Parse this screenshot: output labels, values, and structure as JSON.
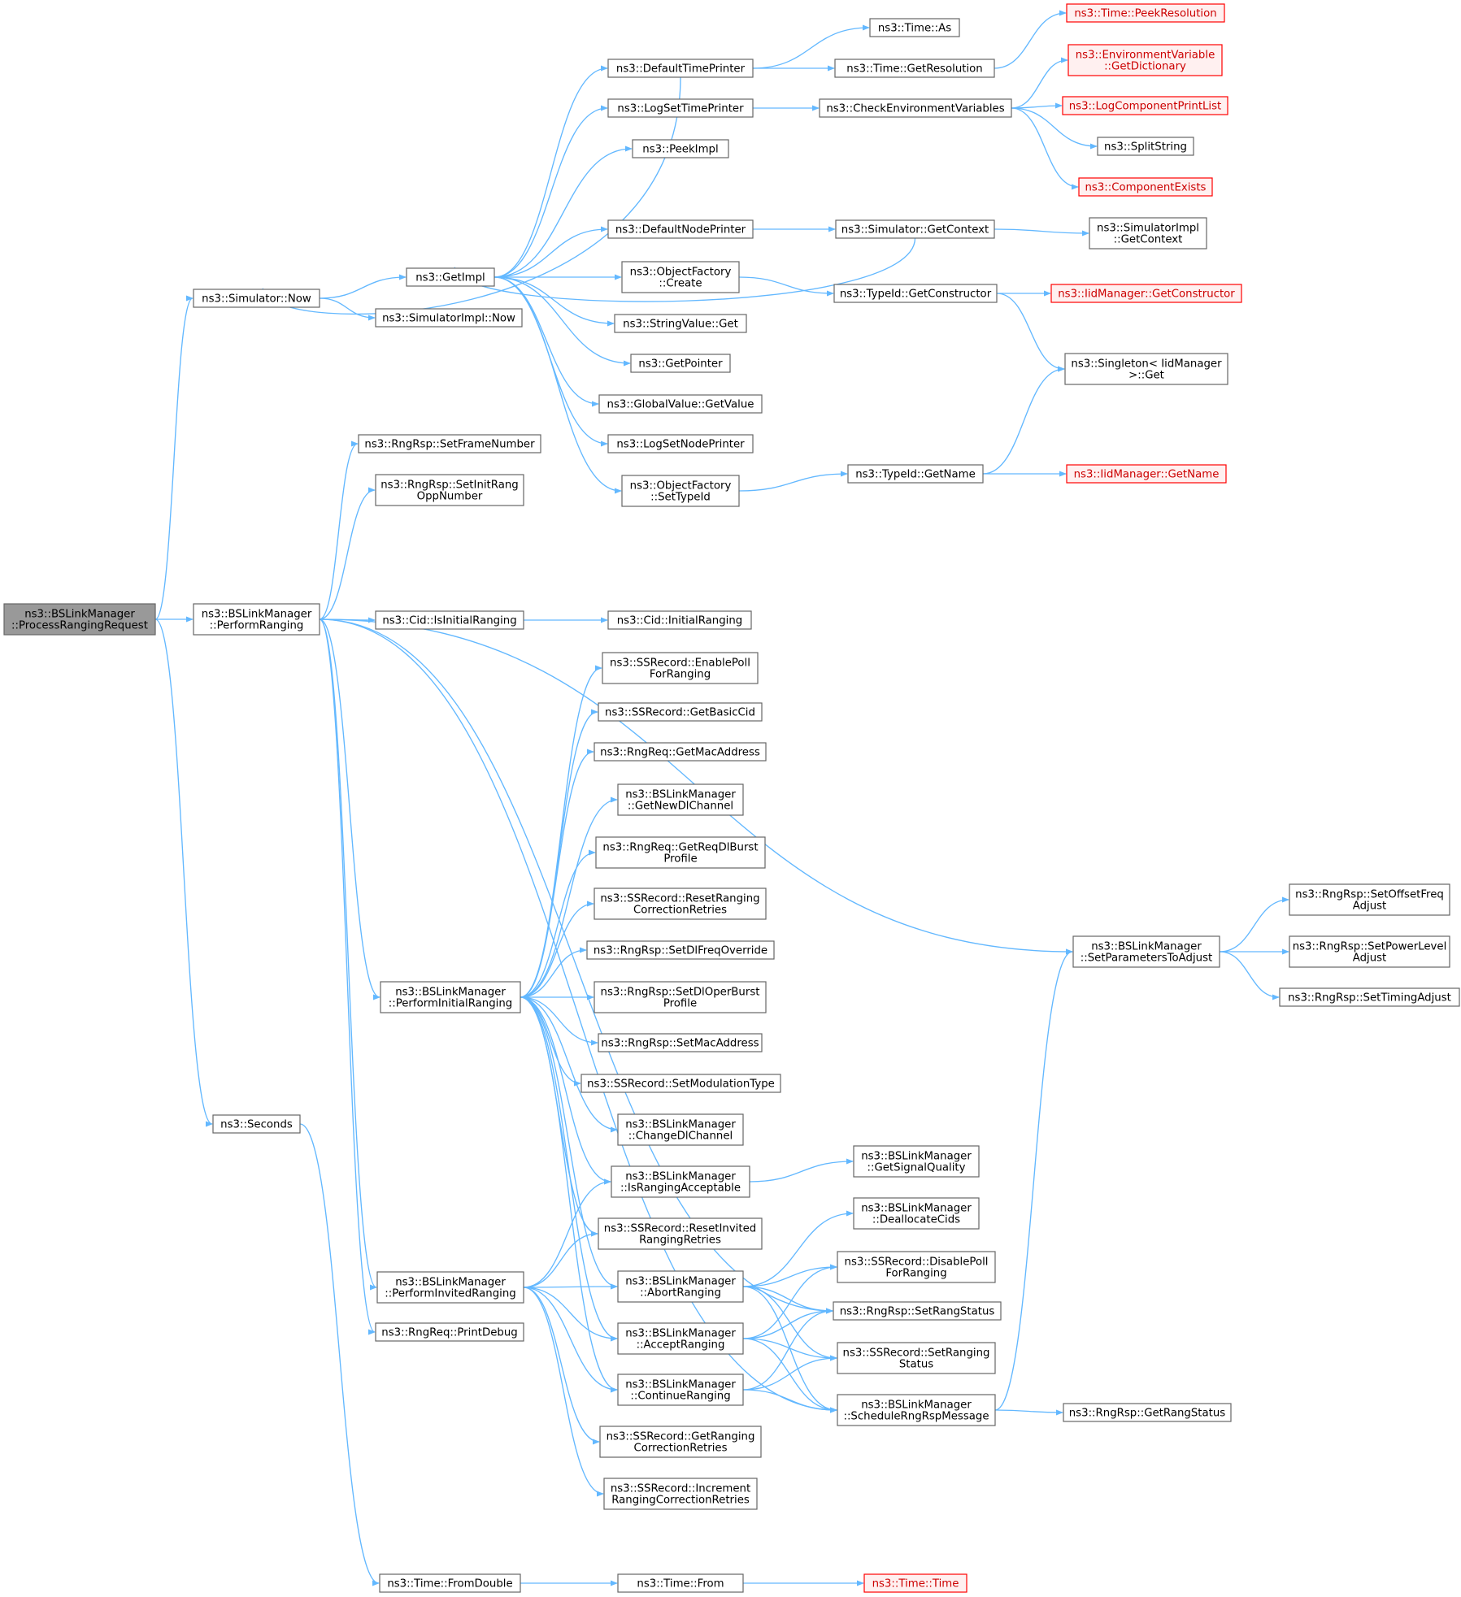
{
  "graph": {
    "nodes": [
      {
        "id": "root",
        "lines": [
          "ns3::BSLinkManager",
          "::ProcessRangingRequest"
        ],
        "style": "root"
      },
      {
        "id": "sim_now",
        "lines": [
          "ns3::Simulator::Now"
        ]
      },
      {
        "id": "perf_rang",
        "lines": [
          "ns3::BSLinkManager",
          "::PerformRanging"
        ]
      },
      {
        "id": "seconds",
        "lines": [
          "ns3::Seconds"
        ]
      },
      {
        "id": "getimpl",
        "lines": [
          "ns3::GetImpl"
        ]
      },
      {
        "id": "simimpl_now",
        "lines": [
          "ns3::SimulatorImpl::Now"
        ]
      },
      {
        "id": "rr_setframe",
        "lines": [
          "ns3::RngRsp::SetFrameNumber"
        ]
      },
      {
        "id": "rr_setinit",
        "lines": [
          "ns3::RngRsp::SetInitRang",
          "OppNumber"
        ]
      },
      {
        "id": "cid_isinit",
        "lines": [
          "ns3::Cid::IsInitialRanging"
        ]
      },
      {
        "id": "perf_init",
        "lines": [
          "ns3::BSLinkManager",
          "::PerformInitialRanging"
        ]
      },
      {
        "id": "perf_invited",
        "lines": [
          "ns3::BSLinkManager",
          "::PerformInvitedRanging"
        ]
      },
      {
        "id": "rq_printdebug",
        "lines": [
          "ns3::RngReq::PrintDebug"
        ]
      },
      {
        "id": "time_fromdouble",
        "lines": [
          "ns3::Time::FromDouble"
        ]
      },
      {
        "id": "def_time_printer",
        "lines": [
          "ns3::DefaultTimePrinter"
        ]
      },
      {
        "id": "logset_time",
        "lines": [
          "ns3::LogSetTimePrinter"
        ]
      },
      {
        "id": "peekimpl",
        "lines": [
          "ns3::PeekImpl"
        ]
      },
      {
        "id": "def_node_printer",
        "lines": [
          "ns3::DefaultNodePrinter"
        ]
      },
      {
        "id": "objfac_create",
        "lines": [
          "ns3::ObjectFactory",
          "::Create"
        ]
      },
      {
        "id": "strval_get",
        "lines": [
          "ns3::StringValue::Get"
        ]
      },
      {
        "id": "getpointer",
        "lines": [
          "ns3::GetPointer"
        ]
      },
      {
        "id": "gv_getvalue",
        "lines": [
          "ns3::GlobalValue::GetValue"
        ]
      },
      {
        "id": "logset_node",
        "lines": [
          "ns3::LogSetNodePrinter"
        ]
      },
      {
        "id": "objfac_settype",
        "lines": [
          "ns3::ObjectFactory",
          "::SetTypeId"
        ]
      },
      {
        "id": "cid_initial",
        "lines": [
          "ns3::Cid::InitialRanging"
        ]
      },
      {
        "id": "ss_enablepoll",
        "lines": [
          "ns3::SSRecord::EnablePoll",
          "ForRanging"
        ]
      },
      {
        "id": "ss_getbasiccid",
        "lines": [
          "ns3::SSRecord::GetBasicCid"
        ]
      },
      {
        "id": "rq_getmac",
        "lines": [
          "ns3::RngReq::GetMacAddress"
        ]
      },
      {
        "id": "bs_getnewdl",
        "lines": [
          "ns3::BSLinkManager",
          "::GetNewDlChannel"
        ]
      },
      {
        "id": "rq_getreqdl",
        "lines": [
          "ns3::RngReq::GetReqDlBurst",
          "Profile"
        ]
      },
      {
        "id": "ss_resetrangcorr",
        "lines": [
          "ns3::SSRecord::ResetRanging",
          "CorrectionRetries"
        ]
      },
      {
        "id": "rr_setdlfreq",
        "lines": [
          "ns3::RngRsp::SetDlFreqOverride"
        ]
      },
      {
        "id": "rr_setdloper",
        "lines": [
          "ns3::RngRsp::SetDlOperBurst",
          "Profile"
        ]
      },
      {
        "id": "rr_setmac",
        "lines": [
          "ns3::RngRsp::SetMacAddress"
        ]
      },
      {
        "id": "ss_setmod",
        "lines": [
          "ns3::SSRecord::SetModulationType"
        ]
      },
      {
        "id": "bs_changedl",
        "lines": [
          "ns3::BSLinkManager",
          "::ChangeDlChannel"
        ]
      },
      {
        "id": "bs_israngacc",
        "lines": [
          "ns3::BSLinkManager",
          "::IsRangingAcceptable"
        ]
      },
      {
        "id": "ss_resetinvited",
        "lines": [
          "ns3::SSRecord::ResetInvited",
          "RangingRetries"
        ]
      },
      {
        "id": "bs_abort",
        "lines": [
          "ns3::BSLinkManager",
          "::AbortRanging"
        ]
      },
      {
        "id": "bs_accept",
        "lines": [
          "ns3::BSLinkManager",
          "::AcceptRanging"
        ]
      },
      {
        "id": "bs_continue",
        "lines": [
          "ns3::BSLinkManager",
          "::ContinueRanging"
        ]
      },
      {
        "id": "ss_getrangcorr",
        "lines": [
          "ns3::SSRecord::GetRanging",
          "CorrectionRetries"
        ]
      },
      {
        "id": "ss_incrangcorr",
        "lines": [
          "ns3::SSRecord::Increment",
          "RangingCorrectionRetries"
        ]
      },
      {
        "id": "time_from",
        "lines": [
          "ns3::Time::From"
        ]
      },
      {
        "id": "time_as",
        "lines": [
          "ns3::Time::As"
        ]
      },
      {
        "id": "time_getres",
        "lines": [
          "ns3::Time::GetResolution"
        ]
      },
      {
        "id": "check_env",
        "lines": [
          "ns3::CheckEnvironmentVariables"
        ]
      },
      {
        "id": "sim_getcontext",
        "lines": [
          "ns3::Simulator::GetContext"
        ]
      },
      {
        "id": "typeid_getctor",
        "lines": [
          "ns3::TypeId::GetConstructor"
        ]
      },
      {
        "id": "typeid_getname",
        "lines": [
          "ns3::TypeId::GetName"
        ]
      },
      {
        "id": "bs_getsignal",
        "lines": [
          "ns3::BSLinkManager",
          "::GetSignalQuality"
        ]
      },
      {
        "id": "bs_dealloc",
        "lines": [
          "ns3::BSLinkManager",
          "::DeallocateCids"
        ]
      },
      {
        "id": "ss_disablepoll",
        "lines": [
          "ns3::SSRecord::DisablePoll",
          "ForRanging"
        ]
      },
      {
        "id": "rr_setrangstatus",
        "lines": [
          "ns3::RngRsp::SetRangStatus"
        ]
      },
      {
        "id": "ss_setrangstatus",
        "lines": [
          "ns3::SSRecord::SetRanging",
          "Status"
        ]
      },
      {
        "id": "bs_schedule",
        "lines": [
          "ns3::BSLinkManager",
          "::ScheduleRngRspMessage"
        ]
      },
      {
        "id": "time_time",
        "lines": [
          "ns3::Time::Time"
        ],
        "style": "red"
      },
      {
        "id": "time_peekres",
        "lines": [
          "ns3::Time::PeekResolution"
        ],
        "style": "red"
      },
      {
        "id": "env_getdict",
        "lines": [
          "ns3::EnvironmentVariable",
          "::GetDictionary"
        ],
        "style": "red"
      },
      {
        "id": "logcomp_print",
        "lines": [
          "ns3::LogComponentPrintList"
        ],
        "style": "red"
      },
      {
        "id": "splitstring",
        "lines": [
          "ns3::SplitString"
        ]
      },
      {
        "id": "comp_exists",
        "lines": [
          "ns3::ComponentExists"
        ],
        "style": "red"
      },
      {
        "id": "simimpl_getctx",
        "lines": [
          "ns3::SimulatorImpl",
          "::GetContext"
        ]
      },
      {
        "id": "iid_getctor",
        "lines": [
          "ns3::IidManager::GetConstructor"
        ],
        "style": "red"
      },
      {
        "id": "singleton_get",
        "lines": [
          "ns3::Singleton< IidManager",
          ">::Get"
        ]
      },
      {
        "id": "iid_getname",
        "lines": [
          "ns3::IidManager::GetName"
        ],
        "style": "red"
      },
      {
        "id": "bs_setparams",
        "lines": [
          "ns3::BSLinkManager",
          "::SetParametersToAdjust"
        ]
      },
      {
        "id": "rr_getrangstatus",
        "lines": [
          "ns3::RngRsp::GetRangStatus"
        ]
      },
      {
        "id": "rr_setoffset",
        "lines": [
          "ns3::RngRsp::SetOffsetFreq",
          "Adjust"
        ]
      },
      {
        "id": "rr_setpower",
        "lines": [
          "ns3::RngRsp::SetPowerLevel",
          "Adjust"
        ]
      },
      {
        "id": "rr_settiming",
        "lines": [
          "ns3::RngRsp::SetTimingAdjust"
        ]
      }
    ],
    "edges": [
      [
        "root",
        "sim_now"
      ],
      [
        "root",
        "perf_rang"
      ],
      [
        "root",
        "seconds"
      ],
      [
        "sim_now",
        "getimpl"
      ],
      [
        "sim_now",
        "simimpl_now"
      ],
      [
        "getimpl",
        "def_time_printer"
      ],
      [
        "getimpl",
        "logset_time"
      ],
      [
        "getimpl",
        "peekimpl"
      ],
      [
        "getimpl",
        "def_node_printer"
      ],
      [
        "getimpl",
        "objfac_create"
      ],
      [
        "getimpl",
        "strval_get"
      ],
      [
        "getimpl",
        "getpointer"
      ],
      [
        "getimpl",
        "gv_getvalue"
      ],
      [
        "getimpl",
        "logset_node"
      ],
      [
        "getimpl",
        "objfac_settype"
      ],
      [
        "def_time_printer",
        "sim_now"
      ],
      [
        "def_time_printer",
        "time_as"
      ],
      [
        "def_time_printer",
        "time_getres"
      ],
      [
        "time_getres",
        "time_peekres"
      ],
      [
        "logset_time",
        "check_env"
      ],
      [
        "check_env",
        "env_getdict"
      ],
      [
        "check_env",
        "logcomp_print"
      ],
      [
        "check_env",
        "splitstring"
      ],
      [
        "check_env",
        "comp_exists"
      ],
      [
        "def_node_printer",
        "sim_getcontext"
      ],
      [
        "sim_getcontext",
        "getimpl"
      ],
      [
        "sim_getcontext",
        "simimpl_getctx"
      ],
      [
        "objfac_create",
        "typeid_getctor"
      ],
      [
        "typeid_getctor",
        "iid_getctor"
      ],
      [
        "typeid_getctor",
        "singleton_get"
      ],
      [
        "objfac_settype",
        "typeid_getname"
      ],
      [
        "typeid_getname",
        "singleton_get"
      ],
      [
        "typeid_getname",
        "iid_getname"
      ],
      [
        "perf_rang",
        "rr_setframe"
      ],
      [
        "perf_rang",
        "rr_setinit"
      ],
      [
        "perf_rang",
        "cid_isinit"
      ],
      [
        "perf_rang",
        "perf_init"
      ],
      [
        "perf_rang",
        "perf_invited"
      ],
      [
        "perf_rang",
        "rq_printdebug"
      ],
      [
        "perf_rang",
        "bs_setparams"
      ],
      [
        "perf_rang",
        "rr_setrangstatus"
      ],
      [
        "perf_rang",
        "bs_schedule"
      ],
      [
        "cid_isinit",
        "cid_initial"
      ],
      [
        "perf_init",
        "ss_enablepoll"
      ],
      [
        "perf_init",
        "ss_getbasiccid"
      ],
      [
        "perf_init",
        "rq_getmac"
      ],
      [
        "perf_init",
        "bs_getnewdl"
      ],
      [
        "perf_init",
        "rq_getreqdl"
      ],
      [
        "perf_init",
        "ss_resetrangcorr"
      ],
      [
        "perf_init",
        "rr_setdlfreq"
      ],
      [
        "perf_init",
        "rr_setdloper"
      ],
      [
        "perf_init",
        "rr_setmac"
      ],
      [
        "perf_init",
        "ss_setmod"
      ],
      [
        "perf_init",
        "bs_changedl"
      ],
      [
        "perf_init",
        "bs_israngacc"
      ],
      [
        "perf_init",
        "ss_resetinvited"
      ],
      [
        "perf_init",
        "bs_abort"
      ],
      [
        "perf_init",
        "bs_accept"
      ],
      [
        "perf_init",
        "bs_continue"
      ],
      [
        "perf_invited",
        "bs_israngacc"
      ],
      [
        "perf_invited",
        "ss_resetinvited"
      ],
      [
        "perf_invited",
        "bs_abort"
      ],
      [
        "perf_invited",
        "bs_accept"
      ],
      [
        "perf_invited",
        "bs_continue"
      ],
      [
        "perf_invited",
        "ss_getrangcorr"
      ],
      [
        "perf_invited",
        "ss_incrangcorr"
      ],
      [
        "bs_israngacc",
        "bs_getsignal"
      ],
      [
        "bs_abort",
        "bs_dealloc"
      ],
      [
        "bs_abort",
        "ss_disablepoll"
      ],
      [
        "bs_abort",
        "rr_setrangstatus"
      ],
      [
        "bs_abort",
        "ss_setrangstatus"
      ],
      [
        "bs_abort",
        "bs_schedule"
      ],
      [
        "bs_accept",
        "ss_disablepoll"
      ],
      [
        "bs_accept",
        "rr_setrangstatus"
      ],
      [
        "bs_accept",
        "ss_setrangstatus"
      ],
      [
        "bs_accept",
        "bs_schedule"
      ],
      [
        "bs_continue",
        "rr_setrangstatus"
      ],
      [
        "bs_continue",
        "ss_setrangstatus"
      ],
      [
        "bs_continue",
        "bs_schedule"
      ],
      [
        "bs_schedule",
        "bs_setparams"
      ],
      [
        "bs_schedule",
        "rr_getrangstatus"
      ],
      [
        "bs_setparams",
        "rr_setoffset"
      ],
      [
        "bs_setparams",
        "rr_setpower"
      ],
      [
        "bs_setparams",
        "rr_settiming"
      ],
      [
        "seconds",
        "time_fromdouble"
      ],
      [
        "time_fromdouble",
        "time_from"
      ],
      [
        "time_from",
        "time_time"
      ]
    ]
  }
}
